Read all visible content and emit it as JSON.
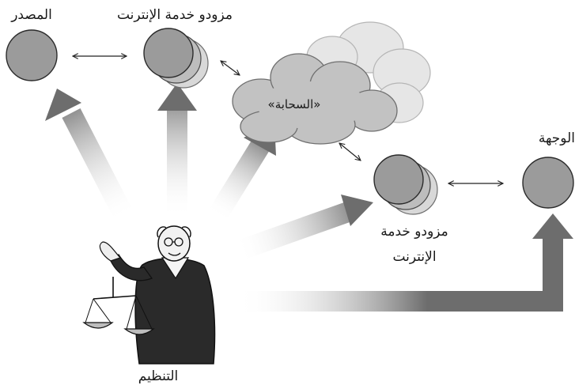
{
  "labels": {
    "source": "المصدر",
    "isp_top": "مزودو خدمة الإنترنت",
    "cloud": "«السحابة»",
    "destination": "الوجهة",
    "isp_bottom_line1": "مزودو خدمة",
    "isp_bottom_line2": "الإنترنت",
    "regulator": "التنظيم"
  },
  "colors": {
    "node_fill": "#9b9b9b",
    "node_back": "#c9c9c9",
    "arrow_dark": "#6d6d6d",
    "cloud_fill": "#c2c2c2",
    "cloud_back": "#e6e6e6"
  },
  "icons": {
    "regulator": "judge-holding-scales"
  }
}
